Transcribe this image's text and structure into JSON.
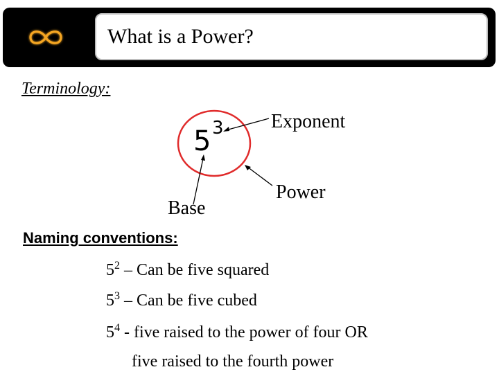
{
  "title": "What is a Power?",
  "logo_icon": "infinity-icon",
  "colors": {
    "title_bar": "#000000",
    "logo_glow": "#f5a623",
    "circle": "#e02b2b"
  },
  "terminology": {
    "heading": "Terminology:",
    "base_digit": "5",
    "exponent_digit": "3",
    "labels": {
      "exponent": "Exponent",
      "power": "Power",
      "base": "Base"
    }
  },
  "naming": {
    "heading": "Naming conventions:",
    "lines": [
      {
        "base": "5",
        "exp": "2",
        "text": " – Can be five squared"
      },
      {
        "base": "5",
        "exp": "3",
        "text": " – Can be five cubed"
      },
      {
        "base": "5",
        "exp": "4",
        "text": " - five raised to the power of four  OR"
      }
    ],
    "continuation": "five raised to the fourth power"
  }
}
